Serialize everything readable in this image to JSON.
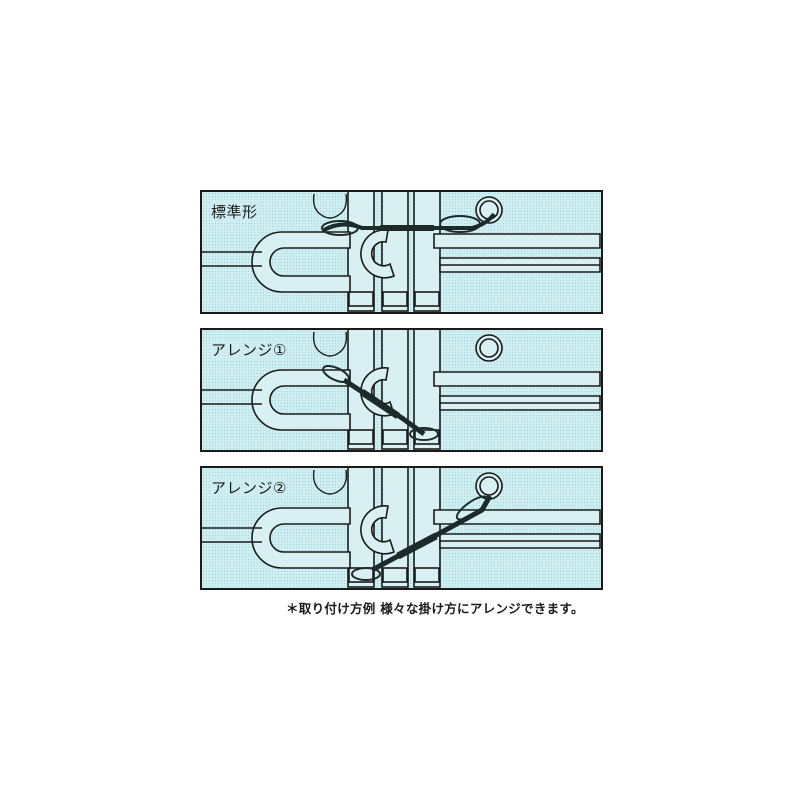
{
  "panels": [
    {
      "label": "標準形",
      "strap_style": "standard"
    },
    {
      "label": "アレンジ①",
      "strap_style": "arrange-1"
    },
    {
      "label": "アレンジ②",
      "strap_style": "arrange-2"
    }
  ],
  "caption": "＊取り付け方例 様々な掛け方にアレンジできます。",
  "colors": {
    "panel_bg": "#cfeef1",
    "tube_fill": "#d8f0f2",
    "outline": "#1a1a1a",
    "strap": "#1c2a2a"
  }
}
